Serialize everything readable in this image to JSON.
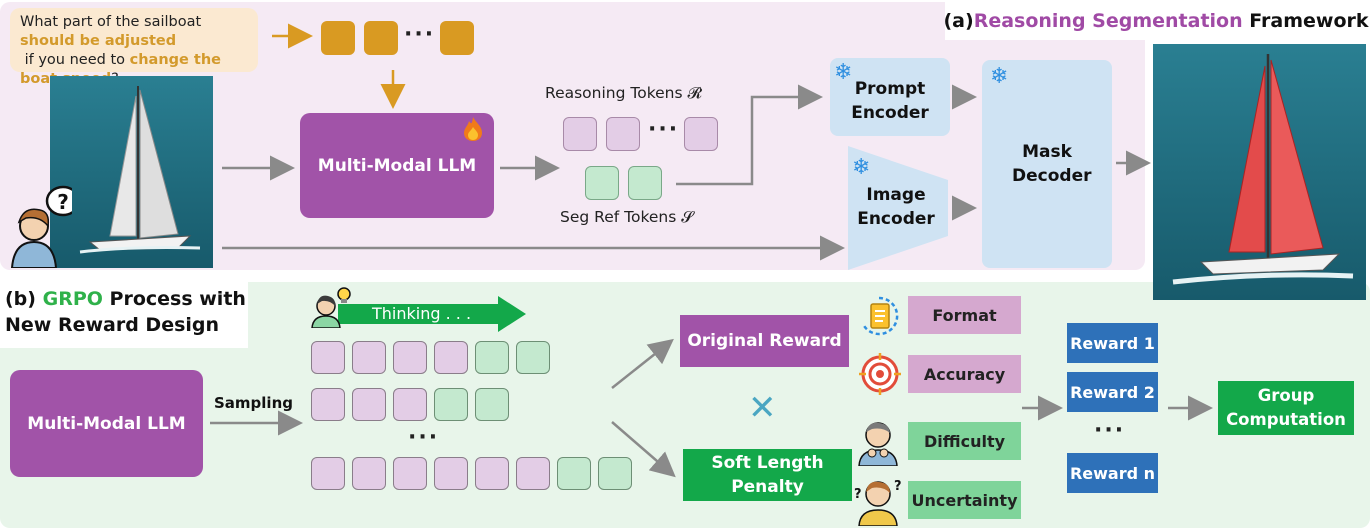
{
  "panel_a": {
    "title_prefix": "(a) ",
    "title_highlight": "Reasoning Segmentation",
    "title_suffix": " Framework",
    "question": {
      "part1": "What part of the sailboat",
      "highlight1": "should be adjusted",
      "part2": " if you need to ",
      "highlight2": "change the boat speed",
      "part3": "?"
    },
    "input_dots": "···",
    "llm_label": "Multi-Modal LLM",
    "reasoning_tokens_label": "Reasoning Tokens 𝓡",
    "reasoning_dots": "···",
    "seg_tokens_label": "Seg Ref  Tokens 𝓢",
    "prompt_encoder": "Prompt Encoder",
    "image_encoder": "Image Encoder",
    "mask_decoder": "Mask Decoder",
    "snowflake": "❄"
  },
  "panel_b": {
    "title_prefix": "(b) ",
    "title_highlight": "GRPO",
    "title_suffix_line1": " Process with",
    "title_line2": "New Reward Design",
    "llm_label": "Multi-Modal LLM",
    "sampling_label": "Sampling",
    "thinking_label": "Thinking . . .",
    "rollout_dots": "···",
    "original_reward": "Original Reward",
    "multiply_symbol": "✕",
    "soft_length_penalty": "Soft Length Penalty",
    "format": "Format",
    "accuracy": "Accuracy",
    "difficulty": "Difficulty",
    "uncertainty": "Uncertainty",
    "rewards": [
      "Reward 1",
      "Reward 2",
      "Reward n"
    ],
    "reward_dots": "···",
    "group_computation": "Group Computation"
  },
  "colors": {
    "purple": "#a153a8",
    "green": "#13a84a",
    "blue": "#2e71b9",
    "orange_token": "#d99a22",
    "encoder_blue": "#cfe3f3"
  }
}
